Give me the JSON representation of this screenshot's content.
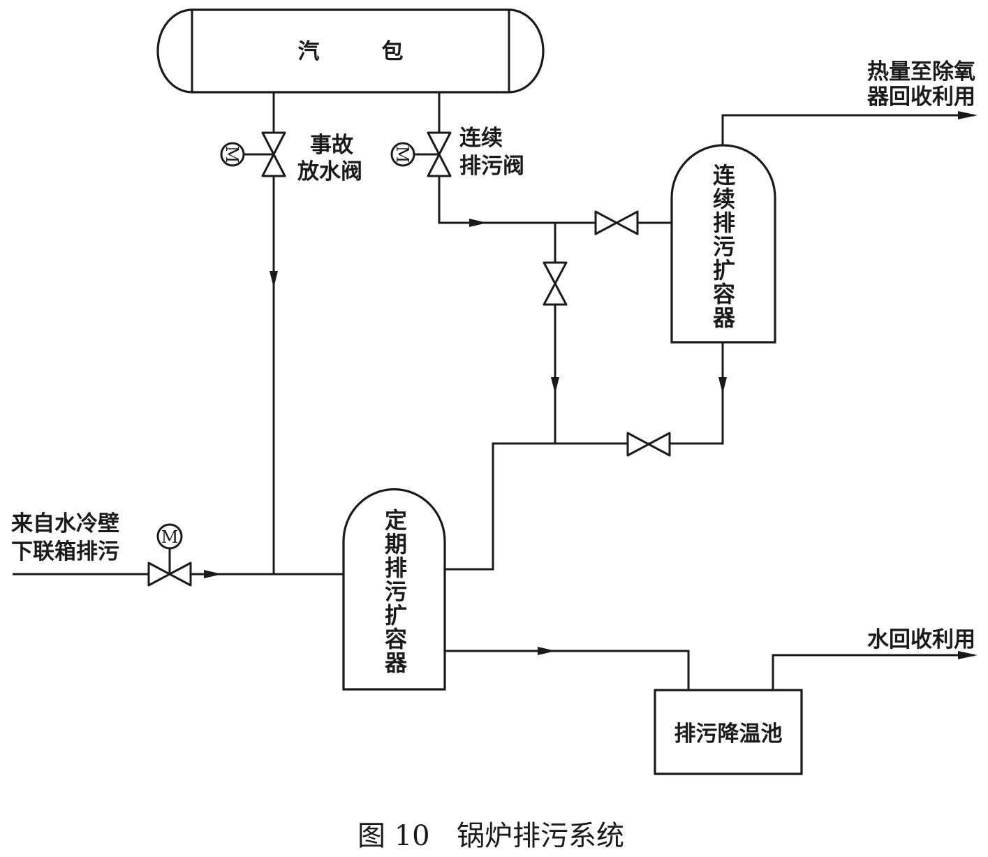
{
  "drum": {
    "label_left": "汽",
    "label_right": "包"
  },
  "valves": {
    "emergency_drain": {
      "line1": "事故",
      "line2": "放水阀",
      "actuator": "M"
    },
    "continuous_blowdown": {
      "line1": "连续",
      "line2": "排污阀",
      "actuator": "M"
    },
    "water_wall_inlet": {
      "actuator": "M"
    }
  },
  "continuous_expander": {
    "chars": [
      "连",
      "续",
      "排",
      "污",
      "扩",
      "容",
      "器"
    ]
  },
  "periodic_expander": {
    "chars": [
      "定",
      "期",
      "排",
      "污",
      "扩",
      "容",
      "器"
    ]
  },
  "cooling_pool": {
    "label": "排污降温池"
  },
  "inlet": {
    "line1": "来自水冷壁",
    "line2": "下联箱排污"
  },
  "outputs": {
    "heat": {
      "line1": "热量至除氧",
      "line2": "器回收利用"
    },
    "water": {
      "label": "水回收利用"
    }
  },
  "caption": {
    "number": "图 10",
    "title": "锅炉排污系统"
  }
}
